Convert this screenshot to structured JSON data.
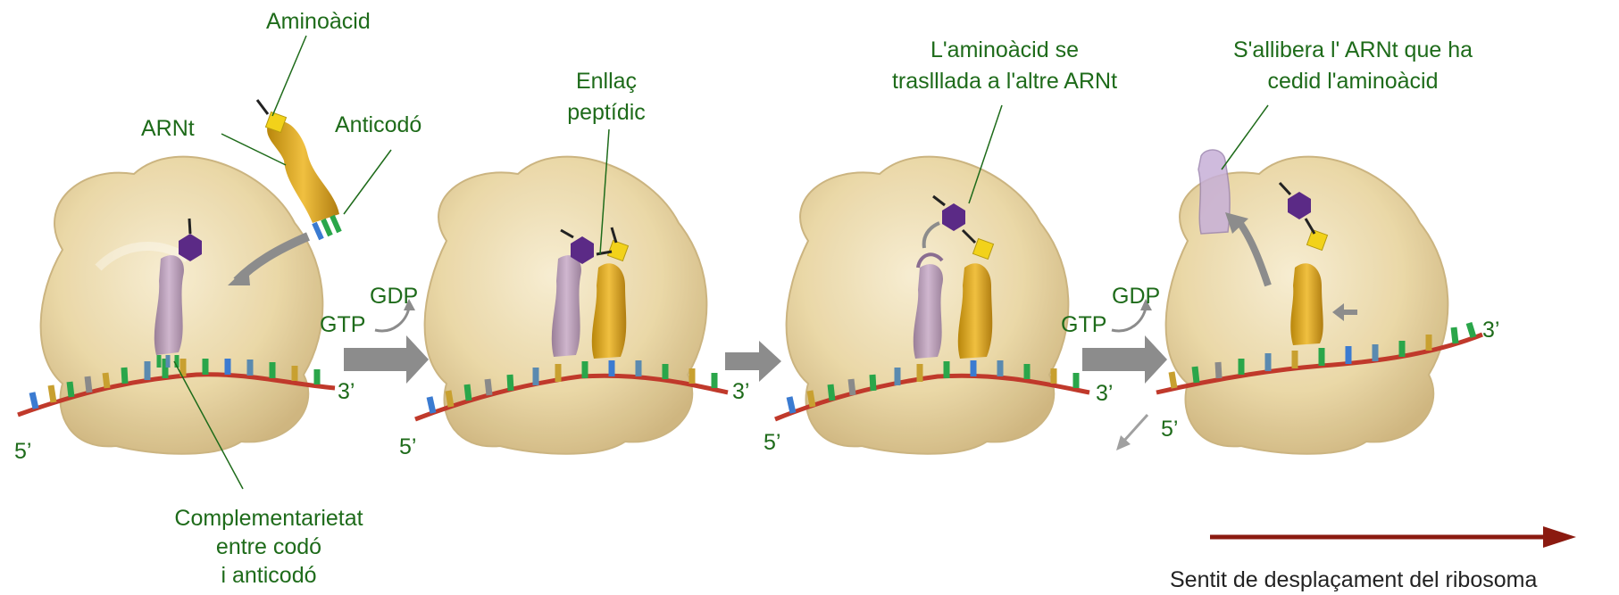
{
  "colors": {
    "label_green": "#1e6b1a",
    "ribosome_fill": "#e8d6a4",
    "mrna_strand": "#c0392b",
    "trna_gold": "#d9a825",
    "trna_purple": "#a98bb0",
    "amino_acid_purple": "#5b2a86",
    "amino_acid_yellow": "#f2d21a",
    "process_arrow": "#8c8c8c",
    "direction_arrow": "#8b1a10"
  },
  "labels": {
    "aminoacid": "Aminoàcid",
    "arnt": "ARNt",
    "anticodo": "Anticodó",
    "complementarietat_1": "Complementarietat",
    "complementarietat_2": "entre codó",
    "complementarietat_3": "i anticodó",
    "enllac_1": "Enllaç",
    "enllac_2": "peptídic",
    "trasllada_1": "L'aminoàcid se",
    "trasllada_2": "traslllada a l'altre ARNt",
    "allibera_1": "S'allibera l' ARNt que ha",
    "allibera_2": "cedid l'aminoàcid",
    "direction": "Sentit de desplaçament del ribosoma"
  },
  "strand_labels": {
    "five_prime": "5’",
    "three_prime": "3’"
  },
  "energy": {
    "gtp": "GTP",
    "gdp": "GDP"
  }
}
